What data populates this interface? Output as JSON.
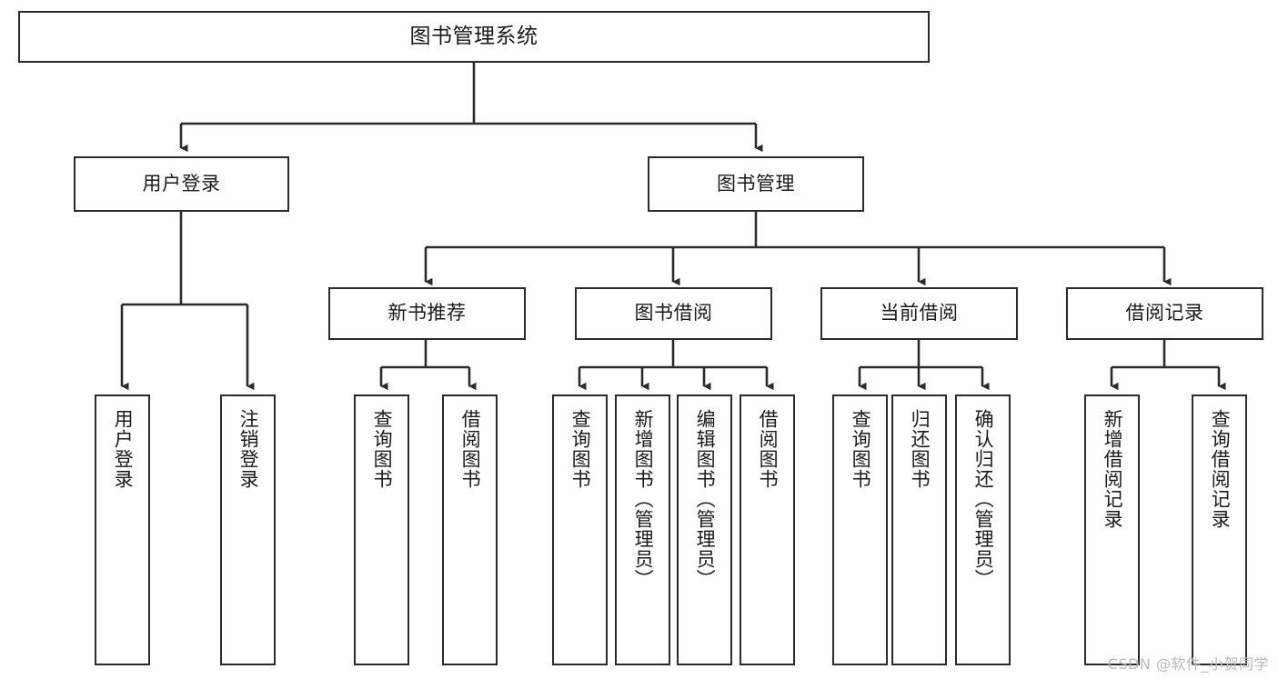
{
  "diagram": {
    "title": "图书管理系统",
    "type": "tree",
    "watermark": "CSDN @软件_小贺同学",
    "colors": {
      "box_border": "#2b2b2b",
      "box_fill": "#ffffff",
      "connector": "#2b2b2b",
      "text": "#1a1a1a",
      "watermark": "#b9b9b9",
      "background": "#ffffff"
    },
    "nodes": {
      "root": {
        "label": "图书管理系统"
      },
      "level2": [
        {
          "id": "user-login",
          "label": "用户登录"
        },
        {
          "id": "book-manage",
          "label": "图书管理"
        }
      ],
      "level3": [
        {
          "id": "new-book-recommend",
          "label": "新书推荐"
        },
        {
          "id": "book-borrow",
          "label": "图书借阅"
        },
        {
          "id": "current-borrow",
          "label": "当前借阅"
        },
        {
          "id": "borrow-record",
          "label": "借阅记录"
        }
      ],
      "leaves": {
        "user_login": [
          {
            "id": "leaf-user-login",
            "label": "用户登录"
          },
          {
            "id": "leaf-logout-login",
            "label": "注销登录"
          }
        ],
        "new_book_recommend": [
          {
            "id": "leaf-query-book-1",
            "label": "查询图书"
          },
          {
            "id": "leaf-borrow-book-1",
            "label": "借阅图书"
          }
        ],
        "book_borrow": [
          {
            "id": "leaf-query-book-2",
            "label": "查询图书"
          },
          {
            "id": "leaf-add-book",
            "label": "新增图书（管理员）"
          },
          {
            "id": "leaf-edit-book",
            "label": "编辑图书（管理员）"
          },
          {
            "id": "leaf-borrow-book-2",
            "label": "借阅图书"
          }
        ],
        "current_borrow": [
          {
            "id": "leaf-query-book-3",
            "label": "查询图书"
          },
          {
            "id": "leaf-return-book",
            "label": "归还图书"
          },
          {
            "id": "leaf-confirm-return",
            "label": "确认归还（管理员）"
          }
        ],
        "borrow_record": [
          {
            "id": "leaf-add-record",
            "label": "新增借阅记录"
          },
          {
            "id": "leaf-query-record",
            "label": "查询借阅记录"
          }
        ]
      }
    }
  }
}
